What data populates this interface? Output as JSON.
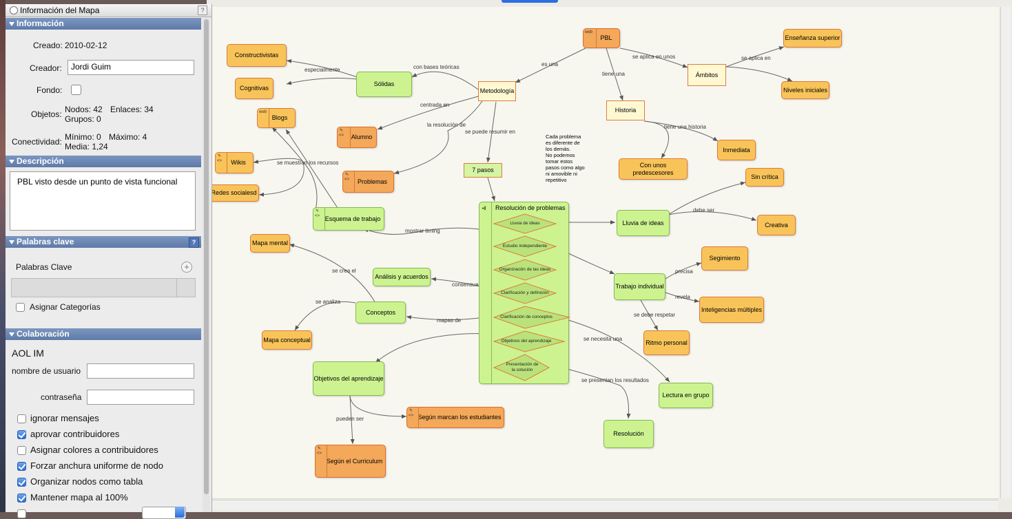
{
  "panel": {
    "title": "Información del Mapa",
    "help": "?",
    "sections": {
      "info": "Información",
      "description": "Descripción",
      "keywords": "Palabras clave",
      "collab": "Colaboración"
    },
    "info": {
      "created_label": "Creado:",
      "created_value": "2010-02-12",
      "creator_label": "Creador:",
      "creator_value": "Jordi Guim",
      "background_label": "Fondo:",
      "objects_label": "Objetos:",
      "objects_nodes": "Nodos: 42",
      "objects_links": "Enlaces: 34",
      "objects_groups": "Grupos: 0",
      "connectivity_label": "Conectividad:",
      "connectivity_min": "Mínimo: 0",
      "connectivity_max": "Máximo: 4",
      "connectivity_avg": "Media: 1,24"
    },
    "description_text": "PBL visto desde un punto de vista funcional",
    "keywords": {
      "label": "Palabras Clave",
      "assign_categories": "Asignar Categorías"
    },
    "collab": {
      "service": "AOL IM",
      "username_label": "nombre de usuario",
      "password_label": "contraseña",
      "options": [
        {
          "label": "ignorar mensajes",
          "checked": false
        },
        {
          "label": "aprovar contribuidores",
          "checked": true
        },
        {
          "label": "Asignar colores a contribuidores",
          "checked": false
        },
        {
          "label": "Forzar anchura uniforme de nodo",
          "checked": true
        },
        {
          "label": "Organizar nodos como tabla",
          "checked": true
        },
        {
          "label": "Mantener mapa al 100%",
          "checked": true
        }
      ]
    }
  },
  "map": {
    "nodes": {
      "pbl": "PBL",
      "metodologia": "Metodología",
      "ambitos": "Ámbitos",
      "historia": "Historia",
      "ensenanza": "Enseñanza superior",
      "niveles": "Niveles iniciales",
      "constructivistas": "Constructivistas",
      "cognitivas": "Cognitivas",
      "solidas": "Sólidas",
      "alumno": "Alumno",
      "blogs": "Blogs",
      "wikis": "Wikis",
      "problemas": "Problemas",
      "redes": "Redes socialesd",
      "siete_pasos": "7 pasos",
      "esquema": "Esquema de trabajo",
      "mapa_mental": "Mapa mental",
      "analisis": "Análisis y acuerdos",
      "conceptos": "Conceptos",
      "mapa_conceptual": "Mapa conceptual",
      "objetivos": "Objetivos del aprendizaje",
      "segun_estudiantes": "Según marcan los estudiantes",
      "segun_curriculum": "Según el Curriculum",
      "resolucion_group": "Resolución de problemas",
      "lluvia": "Lluvia de ideas",
      "sin_critica": "Sin crítica",
      "creativa": "Creativa",
      "trabajo_individual": "Trabajo individual",
      "segimiento": "Segimiento",
      "inteligencias": "Inteligencias múltiples",
      "ritmo": "Ritmo personal",
      "lectura": "Lectura en grupo",
      "resolucion": "Resolución",
      "con_unos": "Con unos\npredescesores",
      "inmediata": "Inmediata",
      "nota": "Cada problema\nes diferente de\nlos demás.\nNo podemos\ntomar estos\npasos como algo\nni amovible ni\nrepetitivo"
    },
    "steps": [
      "Lluvia de ideas",
      "Estudio independiente",
      "Organización de las ideas",
      "Clarificación  y definición",
      "Clarificación de conceptos",
      "Objetivos del aprendizaje",
      "Presentación de\nla solución"
    ],
    "edge_labels": {
      "es_una": "es una",
      "tiene_una": "tiene una",
      "se_aplica_en_unos": "se aplica en unos",
      "se_aplica_en": "se aplica en",
      "con_bases": "con bases teóricas",
      "especialmente": "especialmente",
      "centrada_en": "centrada en",
      "la_resolucion": "la resolución de",
      "se_puede_resumir": "se puede resumir en",
      "tiene_una_historia": "tiene una historia",
      "se_muestran": "se muestran los recursos",
      "mostrar_timing": "mostrar timing",
      "se_crea_el": "se crea el",
      "consensuar": "consensuar",
      "se_analiza": "se analiza",
      "mapas_de": "mapas de",
      "debe_ser": "debe ser",
      "precisa": "precisa",
      "revela": "revela",
      "se_debe_respetar": "se debe respetar",
      "se_necesita_una": "se necesita una",
      "se_presentan": "se presentan los resultados",
      "pueden_ser": "pueden ser"
    },
    "web_tag": "web"
  }
}
